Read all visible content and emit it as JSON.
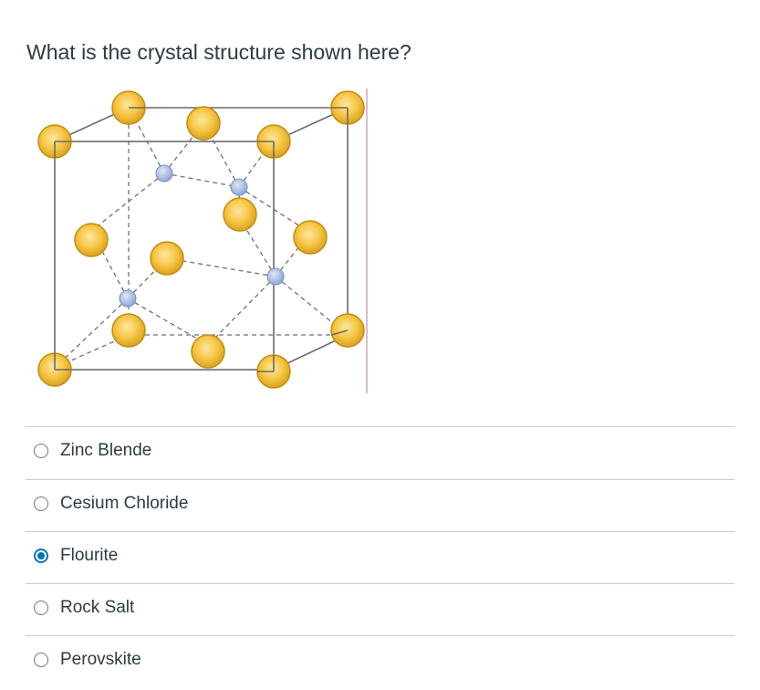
{
  "question": {
    "text": "What is the crystal structure shown here?"
  },
  "figure": {
    "icon": "crystal-lattice-diagram",
    "cation_color": "#f5c242",
    "anion_color": "#a9bde6"
  },
  "answers": [
    {
      "label": "Zinc Blende",
      "selected": false
    },
    {
      "label": "Cesium Chloride",
      "selected": false
    },
    {
      "label": "Flourite",
      "selected": true
    },
    {
      "label": "Rock Salt",
      "selected": false
    },
    {
      "label": "Perovskite",
      "selected": false
    }
  ],
  "colors": {
    "accent": "#0374b5",
    "divider": "#c7cdd1",
    "text": "#2d3b45"
  }
}
